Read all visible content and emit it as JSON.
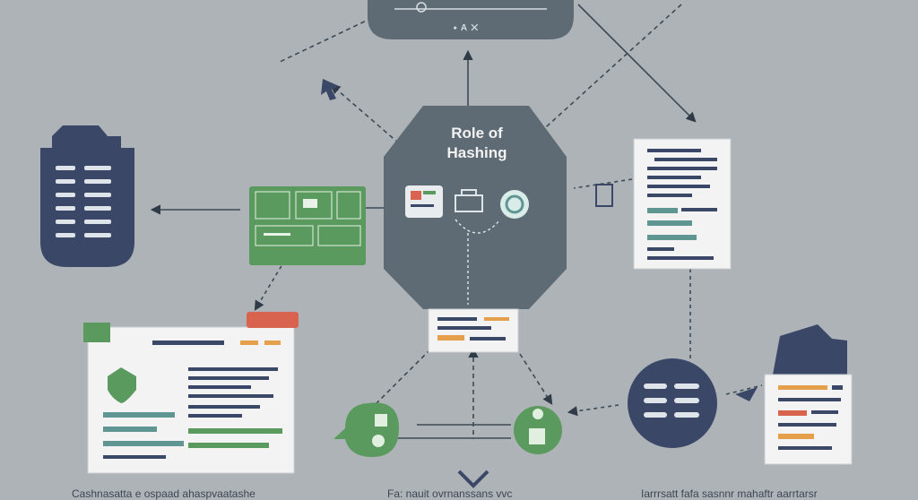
{
  "diagram": {
    "title_line1": "Role of",
    "title_line2": "Hashing",
    "top_node_label": "⬩ A ✕",
    "captions": {
      "left": "Cashnasatta e ospaad ahaspvaatashe",
      "center": "Fa: nauit ovrnanssans vvc",
      "right": "Iarrrsatt fafa sasnnr mahaftr aarrtarsr"
    }
  },
  "colors": {
    "background": "#aeb3b8",
    "hub": "#5e6b74",
    "navy": "#3a4766",
    "green": "#5b9a5f",
    "paper": "#f3f3f3",
    "orange": "#e6a04b",
    "red": "#d8634f",
    "teal": "#5f9691",
    "line": "#3b4a55"
  }
}
